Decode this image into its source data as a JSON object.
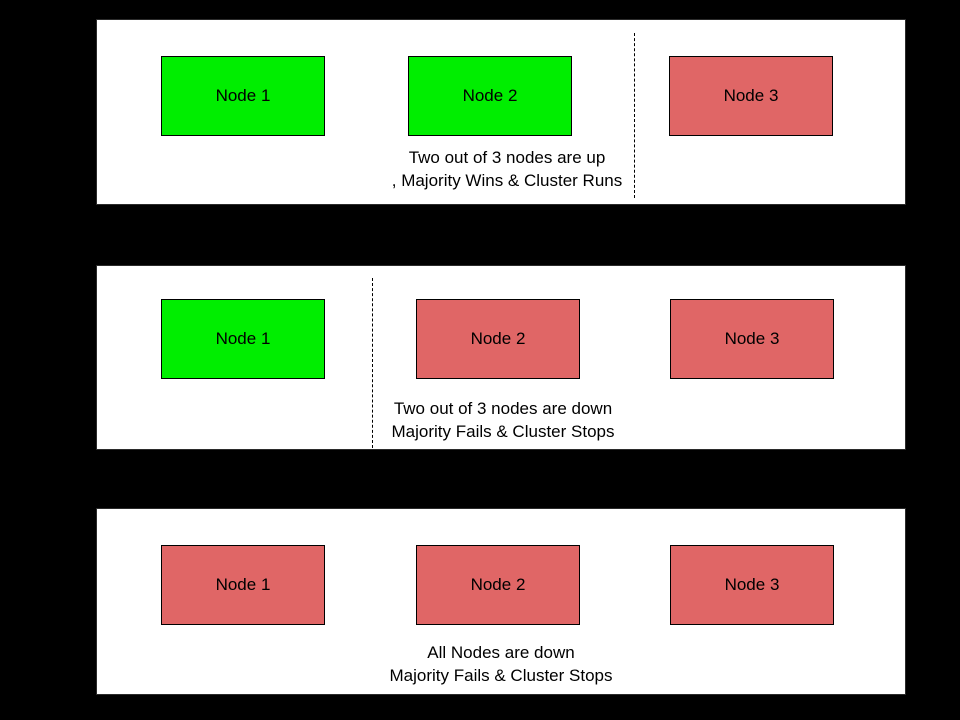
{
  "colors": {
    "background": "#000000",
    "panel_background": "#ffffff",
    "node_up": "#00ee00",
    "node_down": "#e06666",
    "node_border": "#000000",
    "text": "#000000"
  },
  "panels": [
    {
      "name": "two-nodes-up",
      "nodes": [
        {
          "label": "Node 1",
          "state": "up"
        },
        {
          "label": "Node 2",
          "state": "up"
        },
        {
          "label": "Node 3",
          "state": "down"
        }
      ],
      "caption": {
        "line1": "Two out of 3 nodes are up",
        "line2": ", Majority Wins & Cluster Runs"
      }
    },
    {
      "name": "two-nodes-down",
      "nodes": [
        {
          "label": "Node 1",
          "state": "up"
        },
        {
          "label": "Node 2",
          "state": "down"
        },
        {
          "label": "Node 3",
          "state": "down"
        }
      ],
      "caption": {
        "line1": "Two out of 3 nodes are down",
        "line2": "Majority Fails & Cluster Stops"
      }
    },
    {
      "name": "all-nodes-down",
      "nodes": [
        {
          "label": "Node 1",
          "state": "down"
        },
        {
          "label": "Node 2",
          "state": "down"
        },
        {
          "label": "Node 3",
          "state": "down"
        }
      ],
      "caption": {
        "line1": "All Nodes are down",
        "line2": "Majority Fails & Cluster Stops"
      }
    }
  ]
}
